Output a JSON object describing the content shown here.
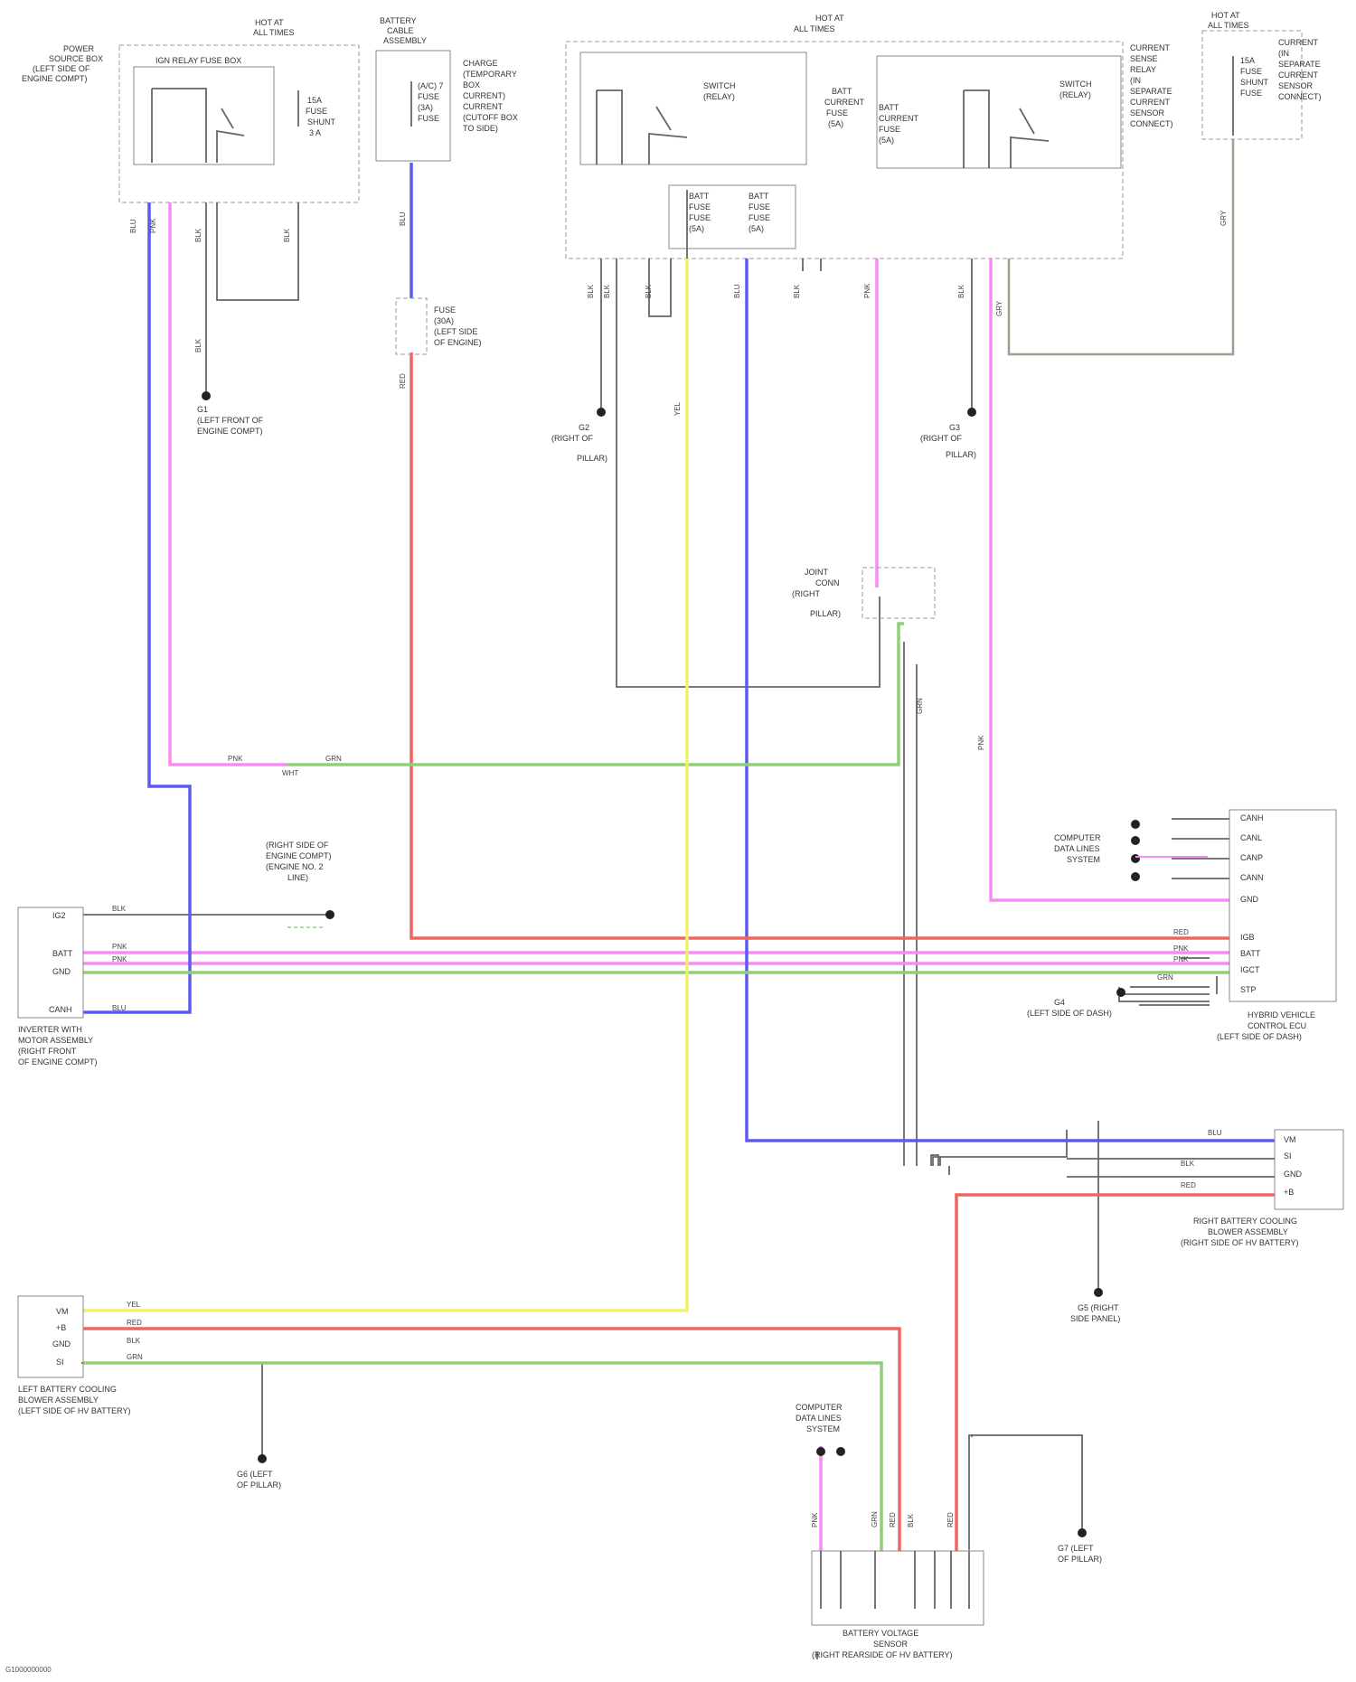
{
  "components": {
    "power_relay_box": {
      "lines": [
        "POWER",
        "SOURCE BOX",
        "(LEFT SIDE OF",
        "ENGINE COMPT)"
      ]
    },
    "fusible_link_top": {
      "lines": [
        "HOT AT",
        "ALL TIMES"
      ]
    },
    "ign_relay_box": {
      "label": "IGN RELAY FUSE BOX"
    },
    "fuse_left": {
      "lines": [
        "15A",
        "FUSE",
        "SHUNT",
        "3 A"
      ]
    },
    "battery_cable": {
      "lines": [
        "BATTERY",
        "CABLE",
        "ASSEMBLY"
      ]
    },
    "fuse_cable": {
      "lines": [
        "(A/C) 7",
        "FUSE",
        "(3A)",
        "FUSE"
      ]
    },
    "fuse_cable_note": {
      "lines": [
        "CHARGE",
        "(TEMPORARY",
        "BOX",
        "CURRENT)",
        "CURRENT",
        "(CUTOFF BOX",
        "TO SIDE)"
      ]
    },
    "center_box": {
      "lines": [
        "HOT AT",
        "ALL TIMES"
      ]
    },
    "relay_a": {
      "lines": [
        "SWITCH",
        "(RELAY)"
      ]
    },
    "fuse_mid1": {
      "lines": [
        "BATT",
        "CURRENT",
        "FUSE",
        "(5A)"
      ]
    },
    "fuse_mid2": {
      "lines": [
        "BATT",
        "FUSE",
        "FUSE",
        "(5A)"
      ]
    },
    "fuse_mid3": {
      "lines": [
        "BATT",
        "FUSE",
        "FUSE",
        "(5A)"
      ]
    },
    "fuse_mid4": {
      "lines": [
        "BATT",
        "CURRENT",
        "FUSE",
        "(5A)"
      ]
    },
    "relay_b": {
      "lines": [
        "SWITCH",
        "(RELAY)"
      ]
    },
    "center_note": {
      "lines": [
        "CURRENT",
        "SENSE",
        "RELAY",
        "(IN",
        "SEPARATE",
        "CURRENT",
        "SENSOR",
        "CONNECT)"
      ]
    },
    "right_box": {
      "lines": [
        "HOT AT",
        "ALL TIMES"
      ]
    },
    "right_fuse": {
      "lines": [
        "15A",
        "FUSE",
        "SHUNT",
        "FUSE"
      ]
    },
    "right_note": {
      "lines": [
        "CURRENT",
        "(IN",
        "SEPARATE",
        "CURRENT",
        "SENSOR",
        "CONNECT)"
      ]
    },
    "ground_g1": {
      "lines": [
        "G1",
        "(LEFT FRONT OF",
        "ENGINE COMPT)"
      ]
    },
    "ground_g2": {
      "lines": [
        "G2",
        "(RIGHT OF",
        "PILLAR)"
      ]
    },
    "ground_g3": {
      "lines": [
        "G3",
        "(RIGHT OF",
        "PILLAR)"
      ]
    },
    "fuse_inline": {
      "lines": [
        "FUSE",
        "(30A)",
        "(LEFT SIDE",
        "OF ENGINE)"
      ]
    },
    "joint_connector": {
      "lines": [
        "JOINT",
        "CONN",
        "(RIGHT",
        "PILLAR)"
      ]
    },
    "engine_ground_note": {
      "lines": [
        "(RIGHT SIDE OF",
        "ENGINE COMPT)",
        "(ENGINE NO. 2",
        "LINE)"
      ]
    },
    "inverter": {
      "lines": [
        "INVERTER WITH",
        "MOTOR ASSEMBLY",
        "(RIGHT FRONT",
        "OF ENGINE COMPT)"
      ],
      "pins": [
        "IG2",
        "BATT",
        "GND",
        "CANH"
      ]
    },
    "hybrid_ecu": {
      "lines": [
        "HYBRID VEHICLE",
        "CONTROL ECU",
        "(LEFT SIDE OF DASH)"
      ],
      "pins": [
        "CANH",
        "CANL",
        "CANP",
        "CANN",
        "GND",
        "IGB",
        "BATT",
        "IGCT",
        "STP"
      ]
    },
    "ecu_note": {
      "lines": [
        "COMPUTER",
        "DATA LINES",
        "SYSTEM"
      ]
    },
    "ground_g4": {
      "lines": [
        "G4",
        "(LEFT SIDE OF DASH)"
      ]
    },
    "right_battery_block": {
      "lines": [
        "RIGHT BATTERY COOLING",
        "BLOWER ASSEMBLY",
        "(RIGHT SIDE OF HV BATTERY)"
      ],
      "pins": [
        "VM",
        "SI",
        "GND",
        "+B"
      ]
    },
    "ground_g5": {
      "lines": [
        "G5 (RIGHT",
        "SIDE PANEL)"
      ]
    },
    "left_battery_block": {
      "lines": [
        "LEFT BATTERY COOLING",
        "BLOWER ASSEMBLY",
        "(LEFT SIDE OF HV BATTERY)"
      ],
      "pins": [
        "VM",
        "+B",
        "GND",
        "SI"
      ]
    },
    "ground_g6": {
      "lines": [
        "G6 (LEFT",
        "OF PILLAR)"
      ]
    },
    "sensor_note": {
      "lines": [
        "COMPUTER",
        "DATA LINES",
        "SYSTEM"
      ]
    },
    "battery_ecu": {
      "lines": [
        "BATTERY VOLTAGE",
        "SENSOR",
        "(RIGHT REARSIDE OF HV BATTERY)"
      ]
    },
    "ground_g7": {
      "lines": [
        "G7 (LEFT",
        "OF PILLAR)"
      ]
    }
  },
  "wires": {
    "pink_label": "PNK",
    "blue_label": "BLU",
    "green_label": "GRN",
    "red_label": "RED",
    "yellow_label": "YEL",
    "black_label": "BLK",
    "gry_label": "GRY",
    "wht_label": "WHT"
  },
  "colors": {
    "pink": "#f58cf2",
    "blue": "#5b5bf0",
    "green": "#8ed07a",
    "red": "#f06464",
    "yellow": "#f2f26a",
    "black": "#6a6a6a",
    "gray": "#9aa08e"
  },
  "footer": "G1000000000"
}
